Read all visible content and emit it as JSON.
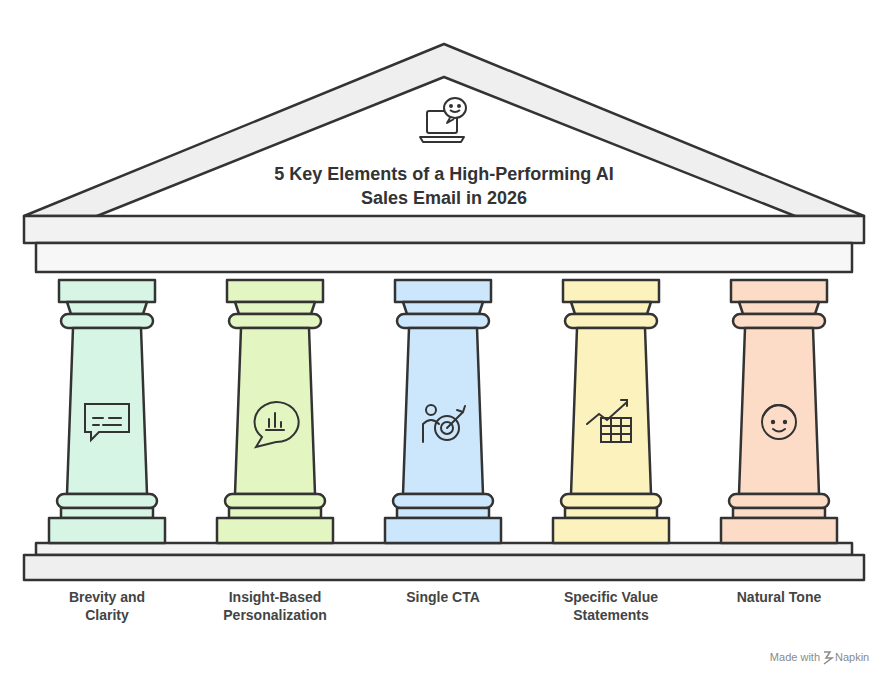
{
  "diagram": {
    "title": "5 Key Elements of a High-Performing AI Sales Email in 2026",
    "labels": [
      "Brevity and Clarity",
      "Insight-Based Personalization",
      "Single CTA",
      "Specific Value Statements",
      "Natural Tone",
      "Made with",
      "Napkin"
    ]
  }
}
